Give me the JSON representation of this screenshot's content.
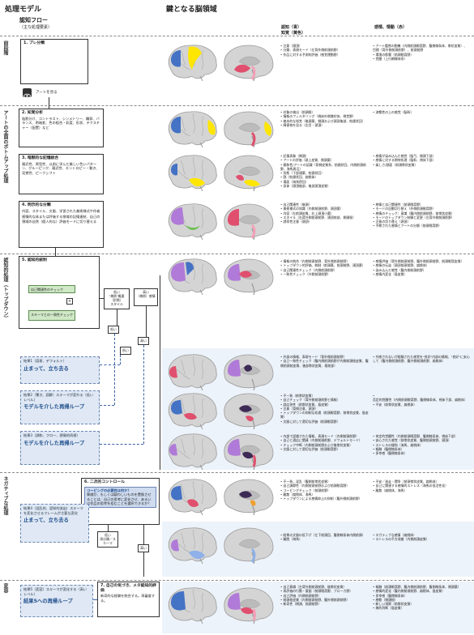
{
  "header": {
    "model_title": "処理モデル",
    "region_title": "鍵となる脳領域",
    "flow_title": "認知フロー",
    "flow_sub": "（主な処理要素）",
    "col_cog": "認知（青）",
    "col_know": "知覚（黄色）",
    "col_emo": "感情、情動（赤）"
  },
  "bands": {
    "prestage": "前段階",
    "bottomup": "アートの全面のボトムアップ処理",
    "topdown": "認知的処理（トップダウン）",
    "negative": "ネガティブな処理",
    "change": "変容"
  },
  "prestage": {
    "box_title": "1. プレ分類",
    "caption": "アートを見る",
    "cog": [
      "注意（頭頂）",
      "分類、表現モード（左背外側前頭前野）",
      "作品に対する予測的評価（感覚運動野）"
    ],
    "emo": [
      "アート鑑賞の動機（内側前頭眼窩野、腹側線条体、帯状皮質）、目標（背外側前頭前野）、前頭前野",
      "環境の影響（前頭眼窩野）",
      "覚醒（上行網様体系）"
    ]
  },
  "step2": {
    "box_title": "2. 知覚分析",
    "body": "陰影分け、コントラスト、シンメトリー、輪郭、バランス、明暗差、色の組合・彩度、形状、テクスチャー（配置）など",
    "cog": [
      "対象の検出（前頭眼）",
      "情報のフィルタリング（視床外側膝状体、視覚野）",
      "基本的な知覚（後頭葉、側頭および頭頂後部、紡錘状回）",
      "障害物を見る（右目・頭頂）"
    ],
    "emo": [
      "流暢性の上の感覚（脳幹）"
    ]
  },
  "step3": {
    "box_title": "3. 暗黙的な記憶統合",
    "body": "親近性、原型性、以前に学んだ美しい色いパターン、グルーピング、親近性、エントロピー・動き、見覚性、ピークシフト",
    "cog": [
      "記憶表象（側頭）",
      "アートの評価（頭上皮質、側頭葉）",
      "親和性/アートの認識（背側皮質系、紡錘状回、内側前頭前野、海馬周辺）",
      "形態（下部頭葉、紡錘状回）",
      "顔（紡錘状回、扁桃体）",
      "場面（海馬傍回）",
      "身体（頭頂後部、後部頭頂皮質）"
    ],
    "emo": [
      "感情が染み込んだ感覚（脳弓、側頭下部）",
      "感情に対する期待処理（脳幹、視床下部）",
      "楽しさ/顔面（前頭帯状皮質）"
    ]
  },
  "step4": {
    "box_title": "4. 明示的な分類",
    "body": "内容、スタイル、文脈、学習された美術様式や作者",
    "body2": "感情的な体または評価する領域の記憶連結、自己の領域の自然（個人的な）評価モードに切り替える",
    "cog": [
      "自己関連性（後頭）",
      "美術様式の知識（内側前頭前野、頭頂葉）",
      "内容（左前頭皮質、右上頭頂小葉）",
      "スタイル（右背外側前頭前野、頭頂前部、側頭極）",
      "誘導性注意（頭頂）"
    ],
    "emo": [
      "感情と自己関連性（前頭眼窩野）",
      "モードの自動切り替え（外側前頭眼窩野）",
      "感情のチェック：意識（腹内側前頭前野、前帯状皮質）",
      "モードのトップダウン制御と変更（左背外側前頭前野）",
      "注意の切り替え（頭頂）",
      "予期された感情とアートの分類（前頭眼窩野）"
    ]
  },
  "topdown": {
    "box_title": "5. 認知的統制",
    "check_self": "自己関連性のチェック",
    "check_schema": "スキーマとの一致性チェック",
    "plus": "+",
    "s_low1": "低い",
    "s_low1b": "\"美術\"概要（形態）",
    "s_style": "スタイル",
    "s_low1c": "",
    "s_high": "高い",
    "s_high2": "（美術）感情",
    "s_low2": "低い",
    "s_low3": "低い",
    "s_high3": "高い",
    "cog": [
      "情報の統合（内側前頭前野、背外側前頭前野）",
      "トップダウン的評価、統制（前頭葉、前頭前野、頭頂葉）",
      "自己関連性チェック（内側前頭前野）",
      "一致性チェック（外側前頭前野）"
    ],
    "emo": [
      "感情評価（背外側前頭前野、腹外側前頭前野、前頭眼窩皮質）",
      "感情の伝染（頭頂前頭前野、扁桃体）",
      "染み込んだ感覚（腹内側前頭前野）",
      "感情内変化（島皮質）"
    ]
  },
  "outcomes": {
    "o1_small": "結果1（容易、デフォルト）",
    "o1_big": "止まって、立ち去る",
    "o1_cog": [
      "外部の情報、表現モード（背外側前頭前野）",
      "自己一致性チェック（腹内側前頭前野が内側前頭極皮質、腹側前頭前皮質、後部帯状皮質、楔前部）"
    ],
    "o1_emo": [
      "共感されないが経験された感覚を\"良好\"内部の情報、\"良好\"に安心して（腹内側前頭前野、腹外側前頭前野、扁桃体）"
    ],
    "o2_small": "結果2（驚き、誤解）スキーマが変わる（低いレベル）",
    "o2_big": "モデルを介した再帰ループ",
    "o2_cog": [
      "不一致（前帯状皮質）",
      "自己チェック（背外側前頭前野と情報）",
      "誤応答性（前帯状皮質、島皮質）",
      "注意（背側注意、頭頂）",
      "トップダウンの抑制な処理（前頭眼窩野、前帯状皮質、島皮質）",
      "文脈に対して適切な評価（前頭眼窩野）"
    ],
    "o2_emo": [
      "否定的覚醒性（内側前頭眼窩野、腹側線条体、視床下部、扁桃体）",
      "不安（前帯状皮質、扁桃体）"
    ],
    "o3_small": "結果3（調和、フロー、感情的再帰）",
    "o3_big": "モデルを介した再帰ループ",
    "o3_cog": [
      "内部で認識された情報、表現モード（内側前頭前野）",
      "自己と適応に関連（内側前頭前野、デフォルトモード）",
      "チェック中断（内側前頭前野および後帯状皮質）",
      "文脈に対して適切な評価（前頭眼窩野）"
    ],
    "o3_emo": [
      "肯定的覚醒性（内側前頭眼窩野、腹側線条体、視床下部）",
      "安心された感覚（前帯状皮質、腹側前頭前野、頭頂）",
      "ストレスの緩和（海馬、扁桃体）",
      "報酬（腹側線条体）",
      "多幸感（腹側線条体）"
    ]
  },
  "negative": {
    "box_title": "6. 二次的コントロール",
    "blue_title": "コーピングの必要性は何か？",
    "blue_body": "脅威か、もしくは疑わしいものを置換させることは、自己の思考に変化させ、あるいは作品の思考を拒むことを選択できるか？",
    "low": "低い",
    "low_b": "再分類／スキーマ",
    "high": "高い",
    "o4_small": "結果4（混乱的、認知的流出）スキーマを変化させるフレームが主要な変化",
    "o4_big": "止まって、立ち去る",
    "cog1": [
      "不一致、混乱（腹側前帯状皮質）",
      "自己調節性（内側前頭前野および前頭眼窩野）",
      "コーピングチェック（前頭前野）",
      "離散（扁桃体、海馬）",
      "トップダウンによる感情抑止の抑制（腹外側前頭前野）"
    ],
    "emo1": [
      "不安／逃走・闘争（前頭帯状皮質、扁桃体）",
      "自己に関連する感情的ストレス（海馬の低活性化）",
      "離散（扁桃体、海馬）"
    ],
    "cog2": [
      "結果の文脈の低下げ（左下前頭回、腹側線条体内側前頭）",
      "離脱（海馬）"
    ],
    "emo2": [
      "ネガティブな感情（扁桃体）",
      "ストレスの不方発散（内側前頭皮質）"
    ]
  },
  "change": {
    "o5_small": "結果5（変容）スキーマが変化する（高いレベル）",
    "o5_big": "結果5への再帰ループ",
    "box_title": "7. 自己の気づき、メタ認知的評価",
    "box_body": "新奇的な経験を統合する。再審査する。",
    "cog": [
      "自己意識（左背外側前頭前野、後帯状皮質）",
      "再評価の行動・意図（前頭眼窩野、ブローカ野）",
      "自己評価（内側前頭前野）",
      "前頭極皮質（内側前頭前野、腹外側前頭前野）",
      "新奇性（側頭、前頭前野）"
    ],
    "emo": [
      "報酬（前頭眼窩野、腹内側前頭前野、腹側線条体、側頭葉）",
      "感情的変化（腹内側前頭前野、扁桃体、島皮質）",
      "多幸感（腹側線条体）",
      "感動（側頭極）",
      "新しい洞察（前帯状皮質）",
      "美的判断（島皮質）"
    ]
  },
  "colors": {
    "blue": "#4472c4",
    "yellow": "#ffe600",
    "red": "#e0506e",
    "pink": "#f3a0b8",
    "purple": "#b07ad8",
    "green": "#6fbf5a"
  }
}
